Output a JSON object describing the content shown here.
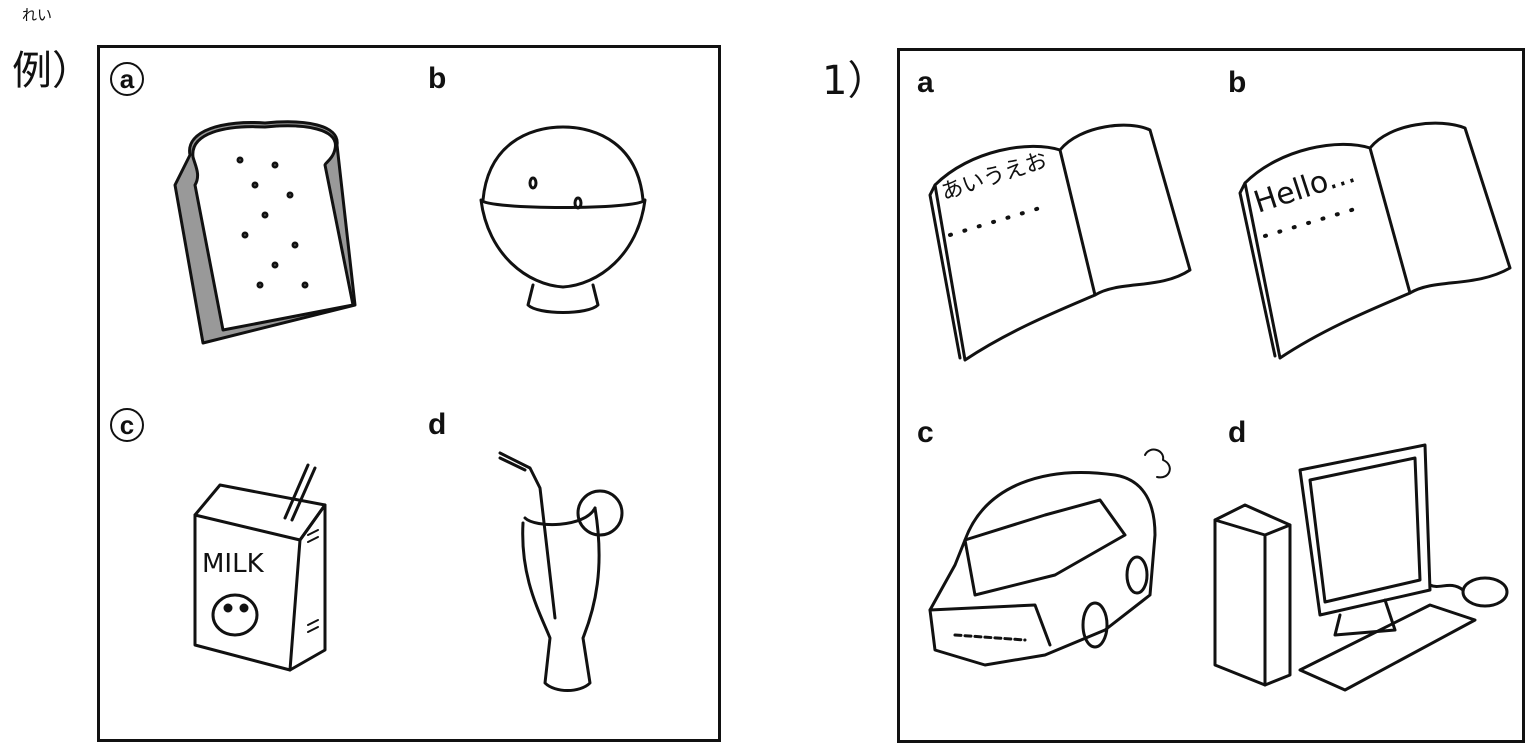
{
  "example": {
    "ruby": "れい",
    "label": "例）",
    "options": [
      {
        "letter": "a",
        "item": "bread",
        "circled": true
      },
      {
        "letter": "b",
        "item": "rice",
        "circled": false
      },
      {
        "letter": "c",
        "item": "milk",
        "circled": true,
        "carton_text": "MILK"
      },
      {
        "letter": "d",
        "item": "juice",
        "circled": false
      }
    ]
  },
  "question1": {
    "label": "1）",
    "options": [
      {
        "letter": "a",
        "item": "japanese-book",
        "page_text": "あいうえお"
      },
      {
        "letter": "b",
        "item": "english-book",
        "page_text": "Hello..."
      },
      {
        "letter": "c",
        "item": "car"
      },
      {
        "letter": "d",
        "item": "computer"
      }
    ]
  }
}
